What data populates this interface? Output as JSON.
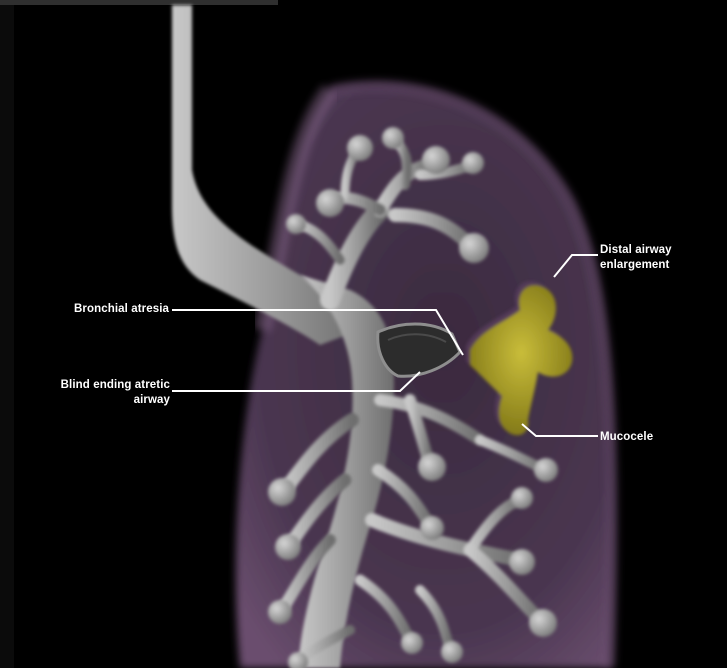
{
  "labels": {
    "distal_line1": "Distal airway",
    "distal_line2": "enlargement",
    "atresia": "Bronchial atresia",
    "blind_line1": "Blind ending atretic",
    "blind_line2": "airway",
    "mucocele": "Mucocele"
  },
  "colors": {
    "background": "#000000",
    "lung": "#5c4560",
    "airway": "#9a9a9a",
    "mucocele": "#9c9222",
    "leader": "#ffffff"
  }
}
